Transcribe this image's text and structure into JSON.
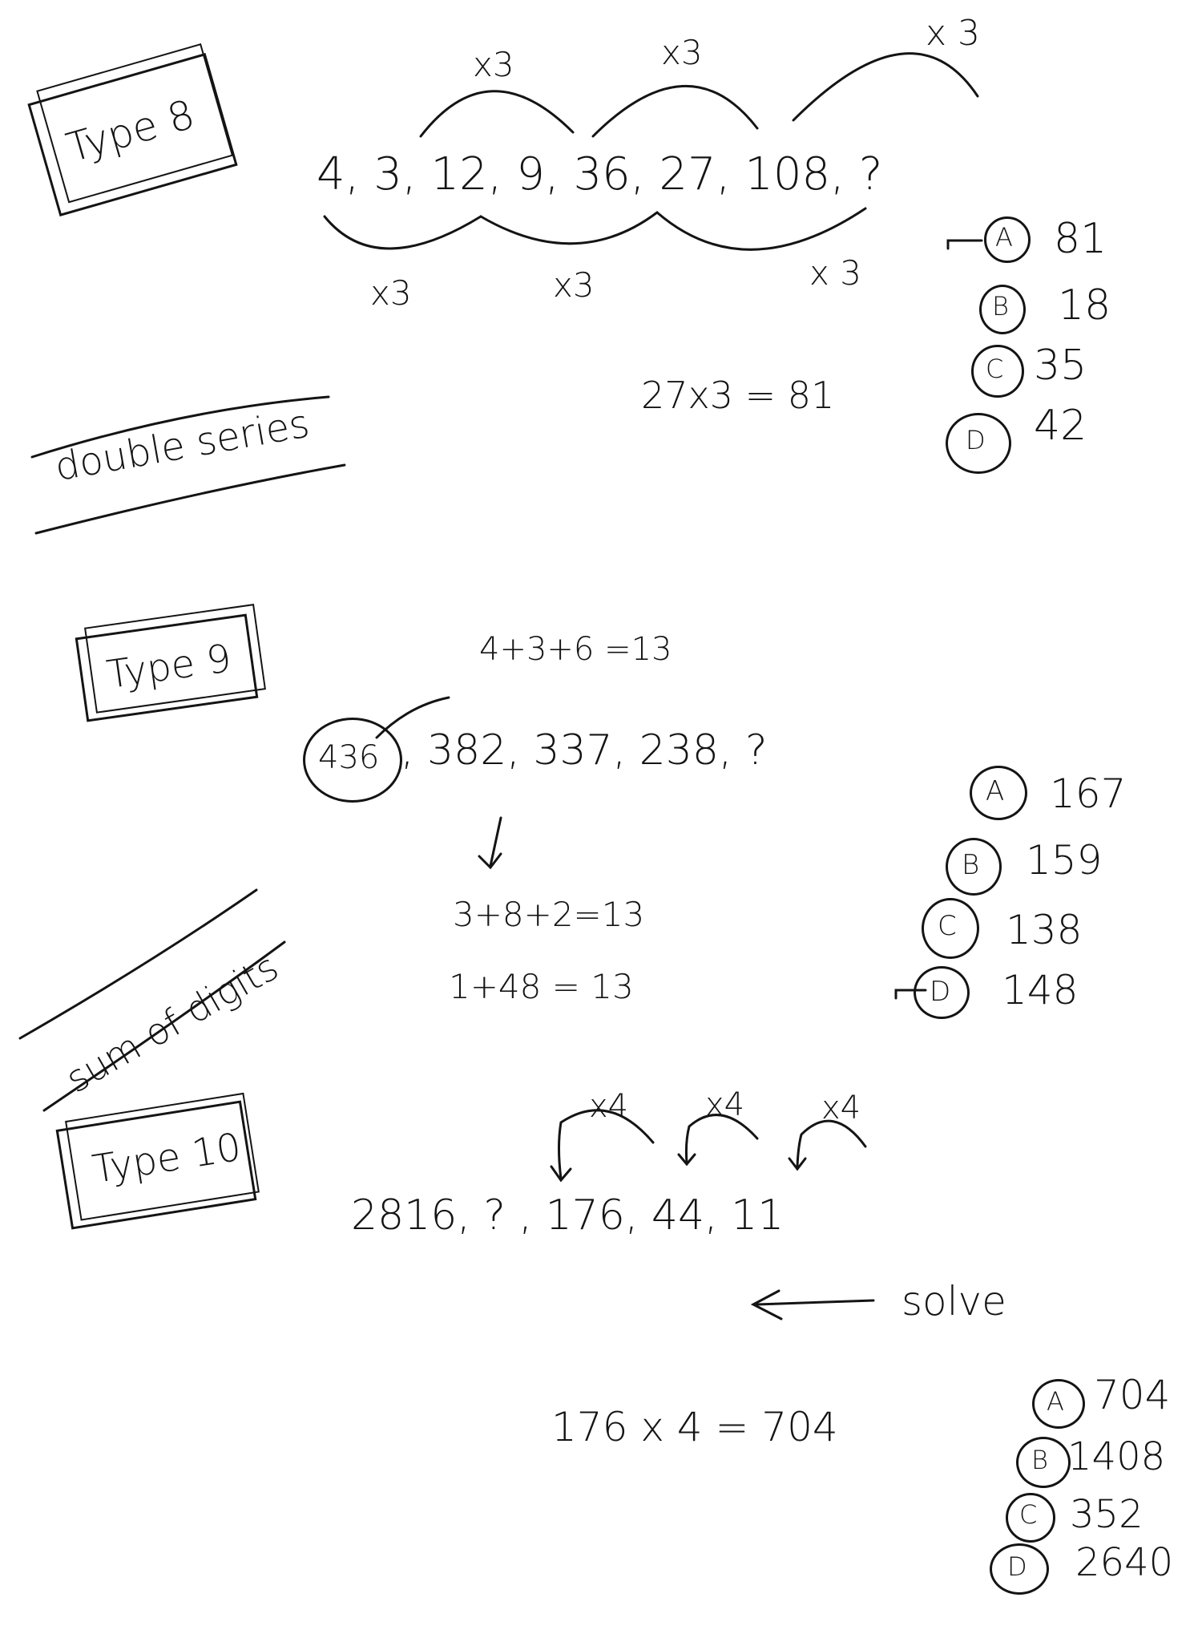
{
  "type8": {
    "label": "Type 8",
    "top_ops": [
      "x3",
      "x3",
      "x 3"
    ],
    "series": "4, 3, 12, 9, 36, 27, 108, ?",
    "bottom_ops": [
      "x3",
      "x3",
      "x 3"
    ],
    "calc": "27x3 = 81",
    "options": [
      {
        "letter": "A",
        "value": "81"
      },
      {
        "letter": "B",
        "value": "18"
      },
      {
        "letter": "C",
        "value": "35"
      },
      {
        "letter": "D",
        "value": "42"
      }
    ],
    "tag": "double series"
  },
  "type9": {
    "label": "Type 9",
    "sum_first": "4+3+6 =13",
    "first_term": "436",
    "series_rest": ", 382, 337, 238, ?",
    "sum_second": "3+8+2=13",
    "sum_answer": "1+48 = 13",
    "options": [
      {
        "letter": "A",
        "value": "167"
      },
      {
        "letter": "B",
        "value": "159"
      },
      {
        "letter": "C",
        "value": "138"
      },
      {
        "letter": "D",
        "value": "148"
      }
    ],
    "tag": "sum of digits"
  },
  "type10": {
    "label": "Type 10",
    "ops": [
      "x4",
      "x4",
      "x4"
    ],
    "series": "2816, ? , 176, 44, 11",
    "solve": "solve",
    "calc": "176 x 4 = 704",
    "options": [
      {
        "letter": "A",
        "value": "704"
      },
      {
        "letter": "B",
        "value": "1408"
      },
      {
        "letter": "C",
        "value": "352"
      },
      {
        "letter": "D",
        "value": "2640"
      }
    ]
  }
}
